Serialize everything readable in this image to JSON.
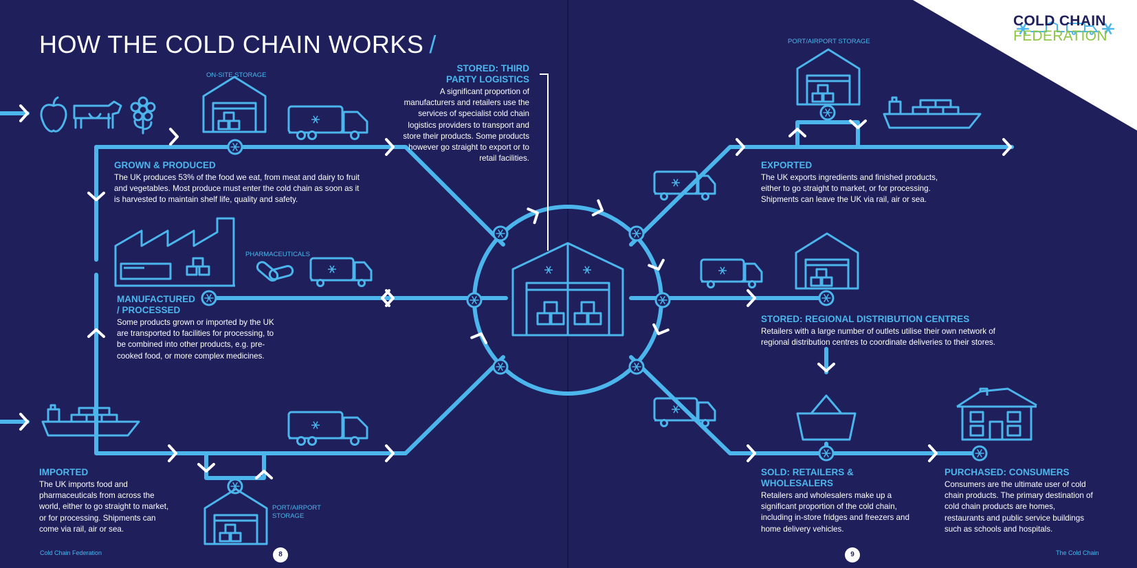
{
  "title": "HOW THE COLD CHAIN WORKS",
  "title_suffix": "/",
  "logo": {
    "line1": "COLD CHAIN",
    "line2": "FEDERATION"
  },
  "labels": {
    "onsite_storage": "ON-SITE STORAGE",
    "pharmaceuticals": "PHARMACEUTICALS",
    "port_storage_top": "PORT/AIRPORT STORAGE",
    "port_storage_bottom": "PORT/AIRPORT STORAGE"
  },
  "sections": {
    "grown": {
      "heading": "GROWN & PRODUCED",
      "text": "The UK produces 53% of the food we eat, from meat and dairy to fruit and vegetables. Most produce must enter the cold chain as soon as it is harvested to maintain shelf life, quality and safety."
    },
    "manufactured": {
      "heading": "MANUFACTURED / PROCESSED",
      "text": "Some products grown or imported by the UK are transported to facilities for processing, to be combined into other products, e.g. pre-cooked food, or more complex medicines."
    },
    "imported": {
      "heading": "IMPORTED",
      "text": "The UK imports food and pharmaceuticals from across the world, either to go straight to market, or for processing. Shipments can come via rail, air or sea."
    },
    "stored_3pl": {
      "heading": "STORED: THIRD PARTY LOGISTICS",
      "text": "A significant proportion of manufacturers and retailers use the services of specialist cold chain logistics providers to transport and store their products. Some products however go straight to export or to retail facilities."
    },
    "exported": {
      "heading": "EXPORTED",
      "text": "The UK exports ingredients and finished products, either to go straight to market, or for processing. Shipments can leave the UK via rail, air or sea."
    },
    "regional": {
      "heading": "STORED: REGIONAL DISTRIBUTION CENTRES",
      "text": "Retailers with a large number of outlets utilise their own network of regional distribution centres to coordinate deliveries to their stores."
    },
    "sold": {
      "heading": "SOLD: RETAILERS & WHOLESALERS",
      "text": "Retailers and wholesalers make up a significant proportion of the cold chain, including in-store fridges and freezers and home delivery vehicles."
    },
    "purchased": {
      "heading": "PURCHASED: CONSUMERS",
      "text": "Consumers are the ultimate user of cold chain products. The primary destination of cold chain products are homes, restaurants and public service buildings such as schools and hospitals."
    }
  },
  "footer": {
    "left": "Cold Chain Federation",
    "right": "The Cold Chain",
    "page_left": "8",
    "page_right": "9"
  },
  "colors": {
    "background": "#1f1f5c",
    "line": "#4cb6ec",
    "logo_green": "#8cc63f",
    "white": "#ffffff"
  }
}
